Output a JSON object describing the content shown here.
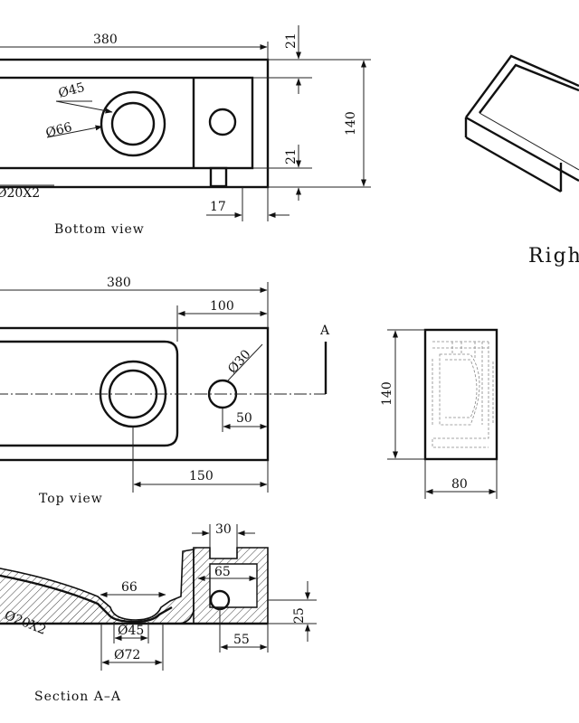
{
  "views": {
    "bottom": {
      "caption": "Bottom view",
      "dims": {
        "width": "380",
        "height": "140",
        "top_offset": "21",
        "bottom_offset": "21",
        "hole_small": "Ø45",
        "hole_large": "Ø66",
        "drain_pipe": "Ø20X2",
        "overflow_width": "17"
      }
    },
    "top": {
      "caption": "Top view",
      "section_mark": "A",
      "dims": {
        "width": "380",
        "tap_area": "100",
        "tap_hole": "Ø30",
        "tap_offset": "50",
        "drain_offset": "150"
      }
    },
    "section": {
      "caption": "Section A–A",
      "dims": {
        "top_gap": "30",
        "channel": "65",
        "drain_bowl": "66",
        "pipe": "Ø20X2",
        "hole_inner": "Ø45",
        "hole_outer": "Ø72",
        "hole_height": "25",
        "hole_offset": "55"
      }
    },
    "right": {
      "caption": "Righ",
      "dims": {
        "height": "140",
        "depth": "80"
      }
    }
  }
}
